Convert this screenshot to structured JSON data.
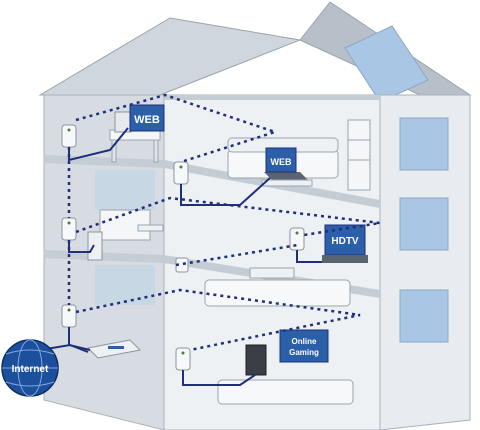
{
  "labels": {
    "web_top": "WEB",
    "web_mid": "WEB",
    "hdtv": "HDTV",
    "online": "Online",
    "gaming": "Gaming",
    "internet": "Internet"
  },
  "colors": {
    "wall_light": "#eef1f4",
    "wall_mid": "#dfe4ea",
    "wall_dark": "#c9d0d8",
    "floor": "#e7ebef",
    "roof": "#b9c2cb",
    "window": "#a9c7e4",
    "cable": "#1f2f7a",
    "screen": "#2b5fa8",
    "globe": "#1c4f9c"
  }
}
